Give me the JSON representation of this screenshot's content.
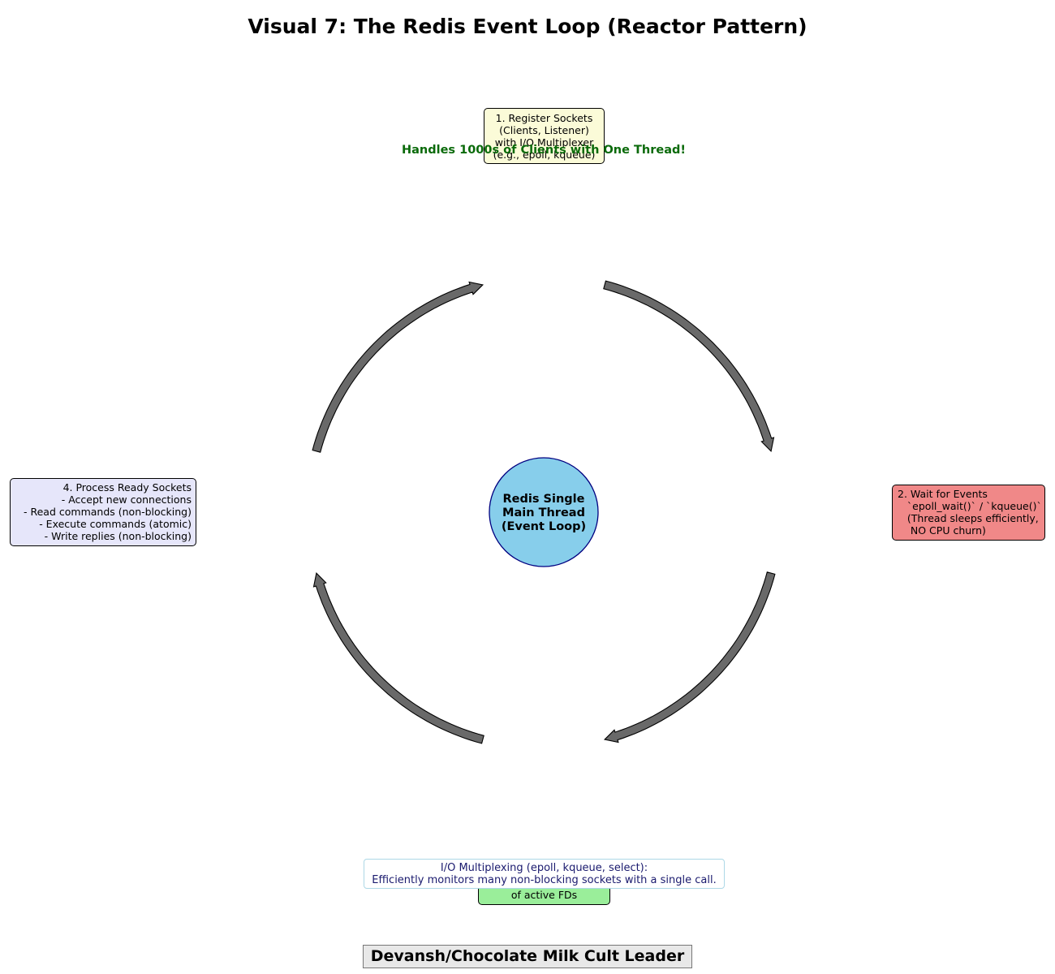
{
  "title": "Visual 7: The Redis Event Loop (Reactor Pattern)",
  "center": {
    "lines": [
      "Redis Single",
      "Main Thread",
      "(Event Loop)"
    ],
    "fill": "#87ceeb",
    "stroke": "#000080"
  },
  "steps": {
    "step1": {
      "lines": [
        "1. Register Sockets",
        "(Clients, Listener)",
        "with I/O Multiplexer",
        "(e.g., epoll, kqueue)"
      ],
      "color": "#fbfbd8"
    },
    "step2": {
      "lines": [
        "2. Wait for Events",
        "   `epoll_wait()` / `kqueue()`",
        "   (Thread sleeps efficiently,",
        "    NO CPU churn)"
      ],
      "color": "#f08888"
    },
    "step3": {
      "lines": [
        "of active FDs"
      ],
      "color": "#9aee9a"
    },
    "step4": {
      "lines": [
        "4. Process Ready Sockets",
        "- Accept new connections",
        "- Read commands (non-blocking)",
        "- Execute commands (atomic)",
        "- Write replies (non-blocking)"
      ],
      "color": "#e6e6fa"
    }
  },
  "notes": {
    "throughput": "Handles 1000s of Clients with One Thread!",
    "io_multiplexing": [
      "I/O Multiplexing (epoll, kqueue, select):",
      "Efficiently monitors many non-blocking sockets with a single call."
    ]
  },
  "arrows": {
    "color": "#696969",
    "direction": "clockwise",
    "count": 4
  },
  "footer": "Devansh/Chocolate Milk Cult Leader"
}
